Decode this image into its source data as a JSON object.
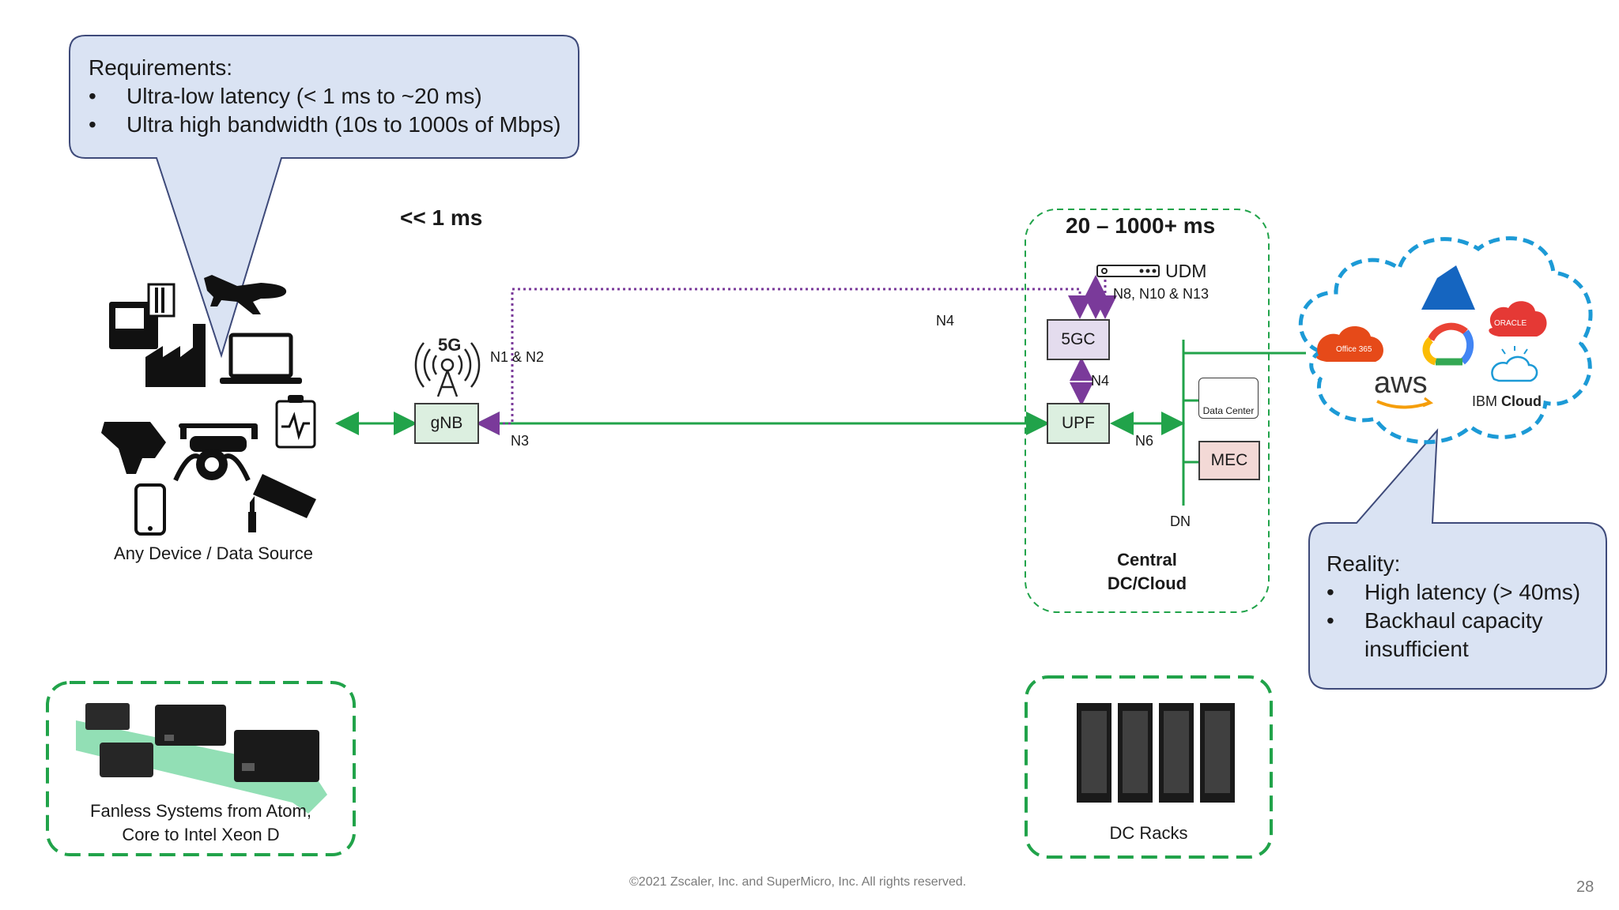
{
  "requirements_callout": {
    "heading": "Requirements:",
    "bullets": [
      "Ultra-low latency (< 1 ms to ~20 ms)",
      "Ultra high bandwidth (10s to 1000s of Mbps)"
    ]
  },
  "reality_callout": {
    "heading": "Reality:",
    "bullets": [
      "High latency (> 40ms)",
      "Backhaul capacity insufficient"
    ]
  },
  "latency_labels": {
    "edge": "<< 1 ms",
    "central": "20 – 1000+ ms"
  },
  "devices": {
    "caption": "Any Device / Data Source"
  },
  "nodes": {
    "gnb": "gNB",
    "tower_badge": "5G",
    "udm": "UDM",
    "fivegc": "5GC",
    "upf": "UPF",
    "mec": "MEC",
    "data_center": "Data Center",
    "dn": "DN"
  },
  "interfaces": {
    "n1n2": "N1 & N2",
    "n3": "N3",
    "n4_top": "N4",
    "n4_mid": "N4",
    "n6": "N6",
    "n8n10n13": "N8, N10 & N13"
  },
  "central": {
    "line1": "Central",
    "line2": "DC/Cloud"
  },
  "cloud_providers": {
    "office": "Office 365",
    "aws": "aws",
    "oracle": "ORACLE",
    "ibm_a": "IBM ",
    "ibm_b": "Cloud"
  },
  "fanless": {
    "line1": "Fanless Systems from Atom,",
    "line2": "Core to Intel Xeon D"
  },
  "dc_racks": {
    "caption": "DC Racks"
  },
  "footer": {
    "copyright": "©2021 Zscaler, Inc. and SuperMicro, Inc. All rights reserved.",
    "page_number": "28"
  },
  "colors": {
    "green": "#21a34a",
    "purple": "#7a3a9a",
    "callout_fill": "#dae3f3",
    "callout_stroke": "#3e4a7a",
    "cloud_blue": "#1c9ad6"
  }
}
